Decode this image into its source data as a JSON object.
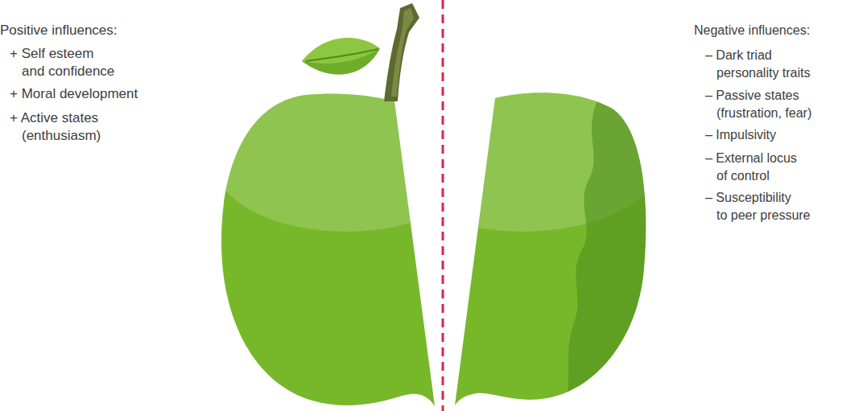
{
  "diagram": {
    "labels": [
      "Positive influences:",
      "+ Self esteem and confidence",
      "+ Moral development",
      "+ Active states (enthusiasm)",
      "Negative influences:",
      "– Dark triad personality traits",
      "– Passive states (frustration, fear)",
      "– Impulsivity",
      "– External locus of control",
      "– Susceptibility to peer pressure"
    ]
  }
}
